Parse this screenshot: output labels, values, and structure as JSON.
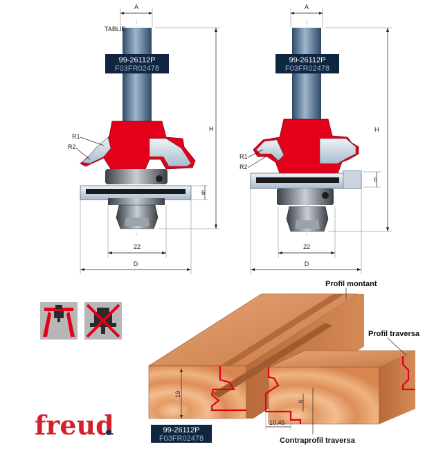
{
  "left_bit": {
    "dims": {
      "a": "A",
      "h": "H",
      "d": "D",
      "bore": "22",
      "height": "6",
      "r1": "R1",
      "r2": "R2"
    },
    "stamp": "TABLIE",
    "code1": "99-26112P",
    "code2": "F03FR02478"
  },
  "right_bit": {
    "dims": {
      "a": "A",
      "h": "H",
      "d": "D",
      "bore": "22",
      "height": "6",
      "r1": "R1",
      "r2": "R2"
    },
    "code1": "99-26112P",
    "code2": "F03FR02478"
  },
  "icons": [
    {
      "name": "table-router-icon",
      "allowed": true
    },
    {
      "name": "handheld-router-icon",
      "allowed": false
    }
  ],
  "brand": {
    "logo": "freud",
    "color": "#d4202a"
  },
  "profile": {
    "montant": "Profil montant",
    "traversa": "Profil traversa",
    "contra": "Contraprofil traversa",
    "dim_19": "19",
    "dim_6": "6",
    "dim_1045": "10,45",
    "code1": "99-26112P",
    "code2": "F03FR02478"
  },
  "colors": {
    "cutter_red": "#e2001a",
    "shank_blue": "#5d7f9f",
    "code_bg": "#0f2540",
    "wood": "#d9885a"
  }
}
